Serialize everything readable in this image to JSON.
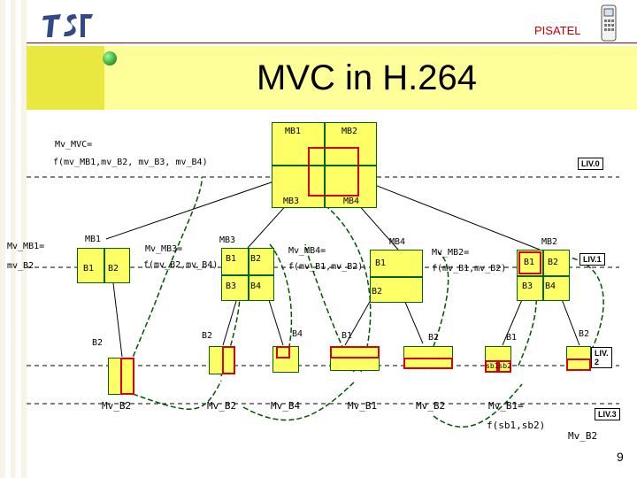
{
  "header": {
    "logo_text": "TSIT",
    "brand": "PISATEL",
    "title": "MVC in H.264",
    "page_number": "9"
  },
  "diagram": {
    "top": {
      "mb1": "MB1",
      "mb2": "MB2",
      "mb3": "MB3",
      "mb4": "MB4",
      "mv_label": "Mv_MVC=",
      "mv_formula": "f(mv_MB1,mv_B2, mv_B3, mv_B4)"
    },
    "levels": {
      "liv0": "LIV.0",
      "liv1": "LIV.1",
      "liv2": "LIV.\n2",
      "liv3": "LIV.3"
    },
    "level1": {
      "mb1": {
        "title": "MB1",
        "eq": "Mv_MB1=",
        "val": "mv_B2",
        "b1": "B1",
        "b2": "B2"
      },
      "mb3": {
        "title": "MB3",
        "eq": "Mv_MB3=",
        "formula": "f(mv_B2,mv_B4)",
        "b1": "B1",
        "b2": "B2",
        "b3": "B3",
        "b4": "B4"
      },
      "mb4": {
        "title": "MB4",
        "eq": "Mv_MB4=",
        "formula": "f(mv_B1,mv_B2)",
        "b1": "B1",
        "b2": "B2"
      },
      "mb2": {
        "title": "MB2",
        "eq": "Mv_MB2=",
        "formula": "f(mv_B1,mv_B2)",
        "b1": "B1",
        "b2": "B2",
        "b3": "B3",
        "b4": "B4"
      }
    },
    "level2": {
      "l1": "B2",
      "l2": "B2",
      "l3": "B4",
      "l4": "B1",
      "l5": "B2",
      "l6": "B1",
      "l7": "B2",
      "sb": "sb1sb2"
    },
    "level3": {
      "v1": "Mv_B2",
      "v2": "Mv_B2",
      "v3": "Mv_B4",
      "v4": "Mv_B1",
      "v5": "Mv_B2",
      "v6": "Mv_B1=",
      "v6b": "f(sb1,sb2)",
      "v7": "Mv_B2"
    }
  },
  "colors": {
    "green": "#006600",
    "red": "#dd0000",
    "yellow": "#ffff66",
    "title_band": "#ffff99",
    "brand": "#cc0000"
  }
}
